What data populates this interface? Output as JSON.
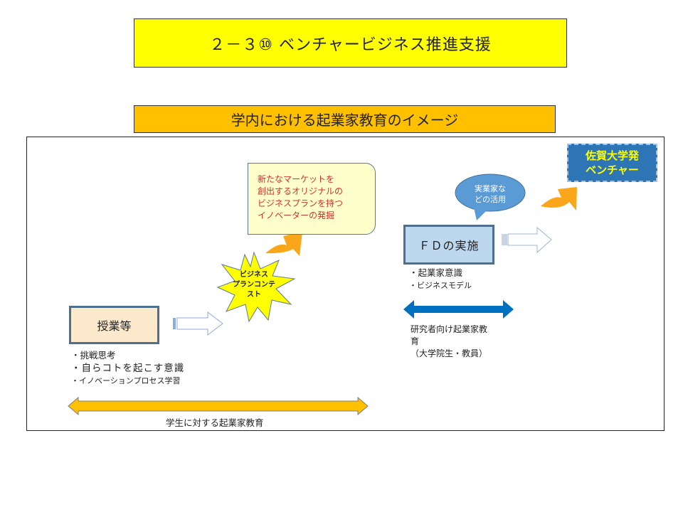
{
  "title": "２－３⑩ ベンチャービジネス推進支援",
  "subtitle": "学内における起業家教育のイメージ",
  "callout": {
    "lines": [
      "新たなマーケットを",
      "創出するオリジナルの",
      "ビジネスプランを持つ",
      "イノベーターの発掘"
    ]
  },
  "starburst": {
    "lines": [
      "ビジネス",
      "プランコンテ",
      "スト"
    ]
  },
  "classes_box": {
    "label": "授業等",
    "bullets": [
      "・挑戦思考",
      "・自らコトを起こす意識",
      "・イノベーションプロセス学習"
    ]
  },
  "student_education_label": "学生に対する起業家教育",
  "fd_box": {
    "label": "ＦＤの実施",
    "bullets": [
      "・起業家意識",
      "・ビジネスモデル"
    ]
  },
  "bubble": {
    "lines": [
      "実業家な",
      "どの活用"
    ]
  },
  "researcher_label": {
    "lines": [
      "研究者向け起業家教",
      "育",
      "（大学院生・教員）"
    ]
  },
  "venture_box": {
    "lines": [
      "佐賀大学発",
      "ベンチャー"
    ]
  },
  "colors": {
    "title_bg": "#ffff00",
    "subtitle_bg": "#ffc000",
    "venture_bg": "#2e75b6",
    "venture_text": "#ffff00",
    "callout_text": "#d0312d",
    "fd_bg": "#bdd7ee",
    "classes_bg": "#fdeacc"
  }
}
